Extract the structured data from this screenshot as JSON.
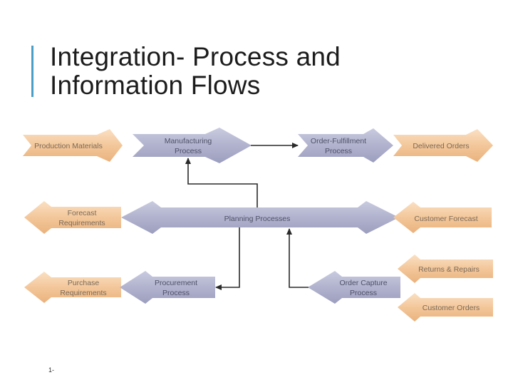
{
  "slide": {
    "title_line1": "Integration- Process and",
    "title_line2": "Information Flows",
    "footer": "1-"
  },
  "colors": {
    "accent": "#4a9ec7",
    "orange_arrow": "#f3c79a",
    "purple_arrow": "#b1b3ce"
  },
  "diagram": {
    "production_materials": "Production Materials",
    "manufacturing_line1": "Manufacturing",
    "manufacturing_line2": "Process",
    "order_fulfillment_line1": "Order-Fulfillment",
    "order_fulfillment_line2": "Process",
    "delivered_orders": "Delivered Orders",
    "forecast_req_line1": "Forecast",
    "forecast_req_line2": "Requirements",
    "planning_processes": "Planning Processes",
    "customer_forecast": "Customer Forecast",
    "returns_repairs": "Returns & Repairs",
    "purchase_req_line1": "Purchase",
    "purchase_req_line2": "Requirements",
    "procurement_line1": "Procurement",
    "procurement_line2": "Process",
    "order_capture_line1": "Order Capture",
    "order_capture_line2": "Process",
    "customer_orders": "Customer Orders"
  }
}
